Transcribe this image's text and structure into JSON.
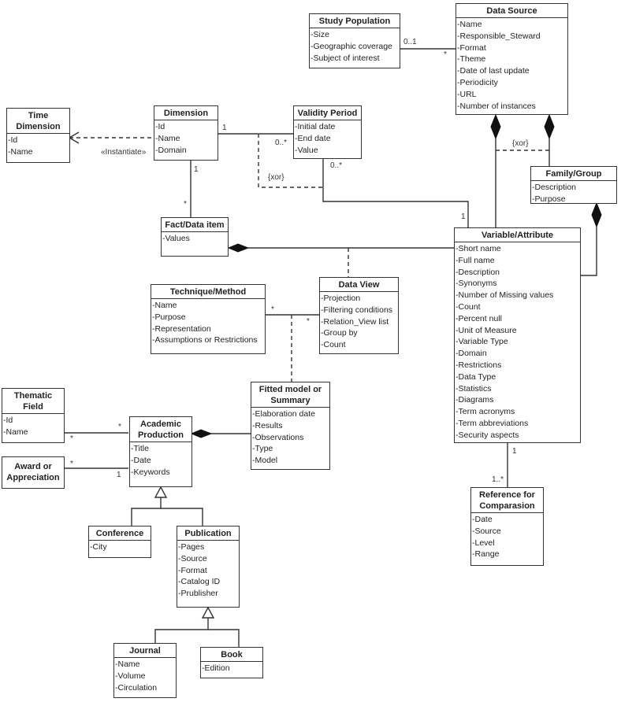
{
  "diagram": {
    "type": "UML class diagram",
    "classes": {
      "study_population": {
        "name": "Study Population",
        "attributes": [
          "-Size",
          "-Geographic coverage",
          "-Subject of interest"
        ]
      },
      "data_source": {
        "name": "Data Source",
        "attributes": [
          "-Name",
          "-Responsible_Steward",
          "-Format",
          "-Theme",
          "-Date of last update",
          "-Periodicity",
          "-URL",
          "-Number of instances"
        ]
      },
      "time_dimension": {
        "name": "Time Dimension",
        "attributes": [
          "-Id",
          "-Name"
        ]
      },
      "dimension": {
        "name": "Dimension",
        "attributes": [
          "-Id",
          "-Name",
          "-Domain"
        ]
      },
      "validity_period": {
        "name": "Validity Period",
        "attributes": [
          "-Initial date",
          "-End date",
          "-Value"
        ]
      },
      "family_group": {
        "name": "Family/Group",
        "attributes": [
          "-Description",
          "-Purpose"
        ]
      },
      "fact_data_item": {
        "name": "Fact/Data item",
        "attributes": [
          "-Values"
        ]
      },
      "variable_attribute": {
        "name": "Variable/Attribute",
        "attributes": [
          "-Short name",
          "-Full name",
          "-Description",
          "-Synonyms",
          "-Number of Missing values",
          "-Count",
          "-Percent null",
          "-Unit of Measure",
          "-Variable Type",
          "-Domain",
          "-Restrictions",
          "-Data Type",
          "-Statistics",
          "-Diagrams",
          "-Term acronyms",
          "-Term abbreviations",
          "-Security aspects"
        ]
      },
      "technique_method": {
        "name": "Technique/Method",
        "attributes": [
          "-Name",
          "-Purpose",
          "-Representation",
          "-Assumptions or Restrictions"
        ]
      },
      "data_view": {
        "name": "Data View",
        "attributes": [
          "-Projection",
          "-Filtering conditions",
          "-Relation_View list",
          "-Group by",
          "-Count"
        ]
      },
      "thematic_field": {
        "name": "Thematic Field",
        "attributes": [
          "-Id",
          "-Name"
        ]
      },
      "fitted_model": {
        "name": "Fitted model or Summary",
        "attributes": [
          "-Elaboration date",
          "-Results",
          "-Observations",
          "-Type",
          "-Model"
        ]
      },
      "academic_production": {
        "name": "Academic Production",
        "attributes": [
          "-Title",
          "-Date",
          "-Keywords"
        ]
      },
      "award": {
        "name": "Award or Appreciation",
        "attributes": []
      },
      "reference_comparasion": {
        "name": "Reference for Comparasion",
        "attributes": [
          "-Date",
          "-Source",
          "-Level",
          "-Range"
        ]
      },
      "conference": {
        "name": "Conference",
        "attributes": [
          "-City"
        ]
      },
      "publication": {
        "name": "Publication",
        "attributes": [
          "-Pages",
          "-Source",
          "-Format",
          "-Catalog ID",
          "-Prublisher"
        ]
      },
      "journal": {
        "name": "Journal",
        "attributes": [
          "-Name",
          "-Volume",
          "-Circulation"
        ]
      },
      "book": {
        "name": "Book",
        "attributes": [
          "-Edition"
        ]
      }
    },
    "labels": {
      "sp_ds_01": "0..1",
      "sp_ds_star": "*",
      "instantiate": "«Instantiate»",
      "dim_vp_1": "1",
      "dim_vp_0star": "0..*",
      "vp_var_0star": "0..*",
      "vp_var_1": "1",
      "xor_left": "{xor}",
      "xor_right": "{xor}",
      "dim_fact_1": "1",
      "dim_fact_star": "*",
      "tm_dv_star1": "*",
      "tm_dv_star2": "*",
      "tf_ap_star1": "*",
      "tf_ap_star2": "*",
      "aw_ap_star": "*",
      "aw_ap_1": "1",
      "var_ref_1": "1",
      "var_ref_1star": "1..*"
    },
    "relationships": [
      {
        "from": "Study Population",
        "to": "Data Source",
        "kind": "association",
        "mult": [
          "0..1",
          "*"
        ]
      },
      {
        "from": "Dimension",
        "to": "Time Dimension",
        "kind": "dependency",
        "stereotype": "«Instantiate»"
      },
      {
        "from": "Dimension",
        "to": "Validity Period",
        "kind": "association",
        "mult": [
          "1",
          "0..*"
        ]
      },
      {
        "from": "Validity Period",
        "to": "Variable/Attribute",
        "kind": "association",
        "mult": [
          "0..*",
          "1"
        ]
      },
      {
        "from": "Dimension",
        "to": "Fact/Data item",
        "kind": "association",
        "mult": [
          "1",
          "*"
        ]
      },
      {
        "from": "Data Source",
        "to": "Variable/Attribute",
        "kind": "composition"
      },
      {
        "from": "Data Source",
        "to": "Family/Group",
        "kind": "composition"
      },
      {
        "from": "Family/Group",
        "to": "Variable/Attribute",
        "kind": "composition"
      },
      {
        "from": "Fact/Data item",
        "to": "Variable/Attribute",
        "kind": "composition"
      },
      {
        "from": "Technique/Method",
        "to": "Data View",
        "kind": "association",
        "mult": [
          "*",
          "*"
        ]
      },
      {
        "from": "Academic Production",
        "to": "Fitted model or Summary",
        "kind": "composition"
      },
      {
        "from": "Thematic Field",
        "to": "Academic Production",
        "kind": "association",
        "mult": [
          "*",
          "*"
        ]
      },
      {
        "from": "Award or Appreciation",
        "to": "Academic Production",
        "kind": "association",
        "mult": [
          "*",
          "1"
        ]
      },
      {
        "from": "Variable/Attribute",
        "to": "Reference for Comparasion",
        "kind": "association",
        "mult": [
          "1",
          "1..*"
        ]
      },
      {
        "from": "Conference",
        "to": "Academic Production",
        "kind": "generalization"
      },
      {
        "from": "Publication",
        "to": "Academic Production",
        "kind": "generalization"
      },
      {
        "from": "Journal",
        "to": "Publication",
        "kind": "generalization"
      },
      {
        "from": "Book",
        "to": "Publication",
        "kind": "generalization"
      }
    ]
  }
}
